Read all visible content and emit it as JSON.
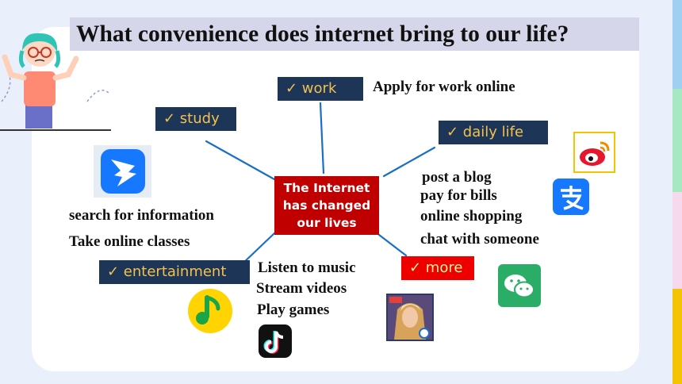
{
  "title": "What convenience does internet bring to our life?",
  "center": {
    "line1": "The Internet",
    "line2": "has changed",
    "line3": "our lives"
  },
  "tags": {
    "work": "✓ work",
    "study": "✓ study",
    "daily_life": "✓ daily life",
    "entertainment": "✓ entertainment",
    "more": "✓ more"
  },
  "work_text": "Apply for work online",
  "study_texts": [
    "search for information",
    "Take online classes"
  ],
  "daily_texts": [
    "post a blog",
    "pay for bills",
    "online shopping",
    "chat with someone"
  ],
  "entertainment_texts": [
    "Listen to music",
    "Stream videos",
    "Play games"
  ],
  "colors": {
    "tag_bg": "#1d3557",
    "tag_text": "#f2c14e",
    "more_bg": "#ef0000",
    "center_bg": "#c00000",
    "line": "#1a6fc4",
    "title_bar": "#d6d6ea"
  },
  "icons": [
    "girl-shrug-icon",
    "dingtalk-icon",
    "weibo-icon",
    "alipay-icon",
    "wechat-icon",
    "qq-music-icon",
    "tiktok-icon",
    "honor-of-kings-icon"
  ]
}
